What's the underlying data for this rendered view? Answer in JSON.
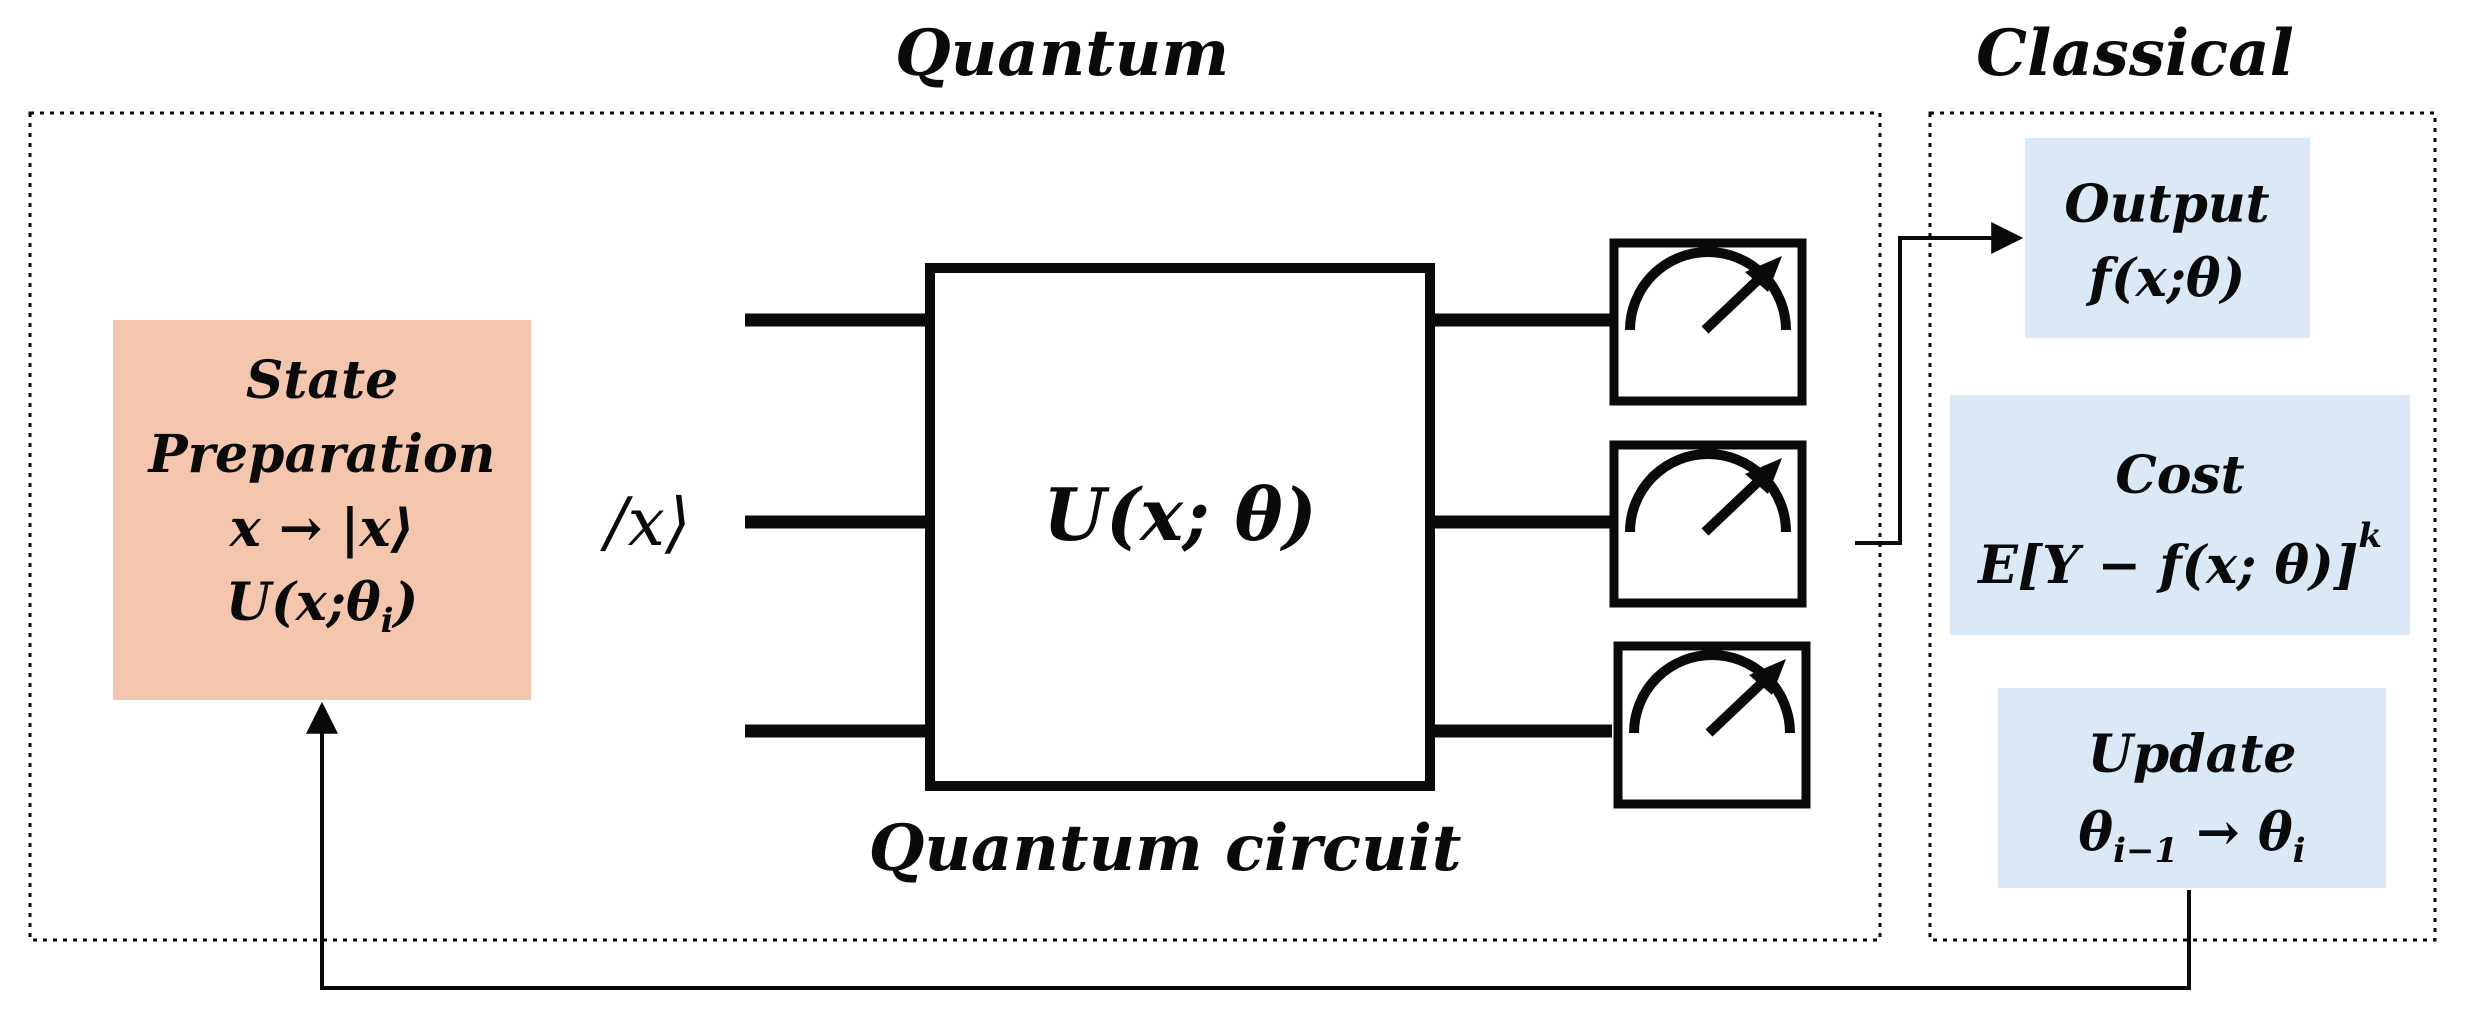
{
  "sections": {
    "quantum_title": "Quantum",
    "classical_title": "Classical"
  },
  "state_prep": {
    "line1": "State",
    "line2": "Preparation",
    "line3": "x → |x⟩",
    "line4_main": "U(x;θ",
    "line4_sub": "i",
    "line4_end": ")"
  },
  "circuit": {
    "input_label": "/x⟩",
    "gate_label": "U(x; θ)",
    "caption": "Quantum circuit",
    "measurement_icon": "meter-icon"
  },
  "output": {
    "title": "Output",
    "formula": "f(x;θ)"
  },
  "cost": {
    "title": "Cost",
    "formula": "E[Y − f(x; θ)]",
    "exponent": "k"
  },
  "update": {
    "title": "Update",
    "from_main": "θ",
    "from_sub": "i−1",
    "arrow": " → ",
    "to_main": "θ",
    "to_sub": "i"
  },
  "colors": {
    "state_prep_fill": "#f5c6ae",
    "classical_box_fill": "#dbe8f6",
    "line": "#0a0a0a"
  }
}
